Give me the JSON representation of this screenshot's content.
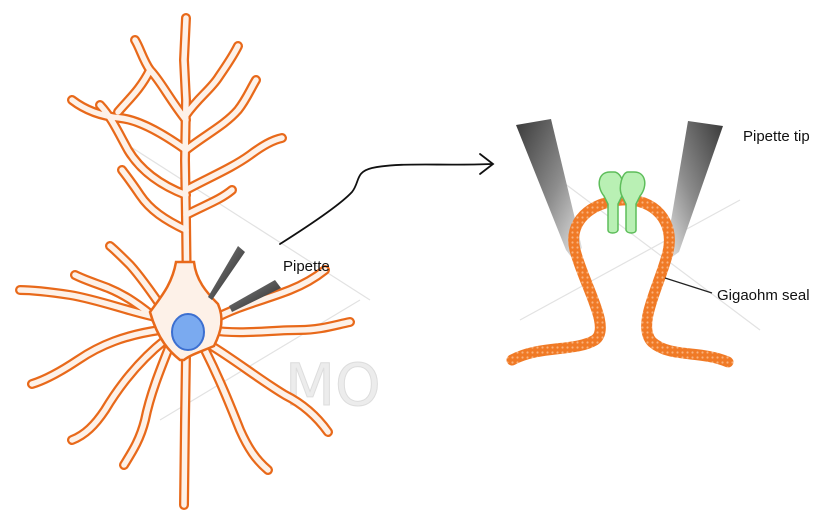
{
  "labels": {
    "pipette": "Pipette",
    "pipette_tip": "Pipette tip",
    "gigaohm_seal": "Gigaohm seal"
  },
  "colors": {
    "neuron_outline": "#e8691a",
    "neuron_fill": "#fdf1e8",
    "nucleus_fill": "#7aaaf0",
    "nucleus_outline": "#3c6fd0",
    "membrane": "#f07a26",
    "channel_fill": "#b9f0b4",
    "channel_outline": "#5dbd5a",
    "pipette_dark": "#3e3e3e",
    "watermark": "#d6d6d6"
  },
  "icons": [
    "neuron-cell",
    "pipette",
    "ion-channel",
    "arrow"
  ]
}
